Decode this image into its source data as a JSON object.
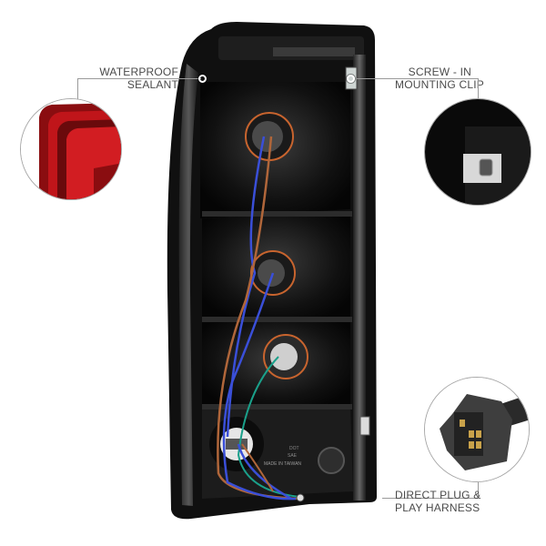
{
  "product": {
    "description": "Black housing LED tail light, rear view",
    "embossed_text": [
      "DOT",
      "SAE",
      "MADE IN TAIWAN"
    ]
  },
  "callouts": [
    {
      "id": "waterproof",
      "line1": "WATERPROOF",
      "line2": "SEALANT",
      "icon": "red-lens-edge-closeup"
    },
    {
      "id": "clip",
      "line1": "SCREW - IN",
      "line2": "MOUNTING CLIP",
      "icon": "mounting-clip-closeup"
    },
    {
      "id": "harness",
      "line1": "DIRECT PLUG &",
      "line2": "PLAY HARNESS",
      "icon": "plug-connector-closeup"
    }
  ],
  "colors": {
    "housing": "#141414",
    "lens_red": "#c0151a",
    "wire_blue": "#3a4fd8",
    "wire_orange": "#b0663a",
    "wire_teal": "#1aa08a",
    "label_text": "#4a4a4a",
    "leader_line": "#9a9a9a"
  }
}
